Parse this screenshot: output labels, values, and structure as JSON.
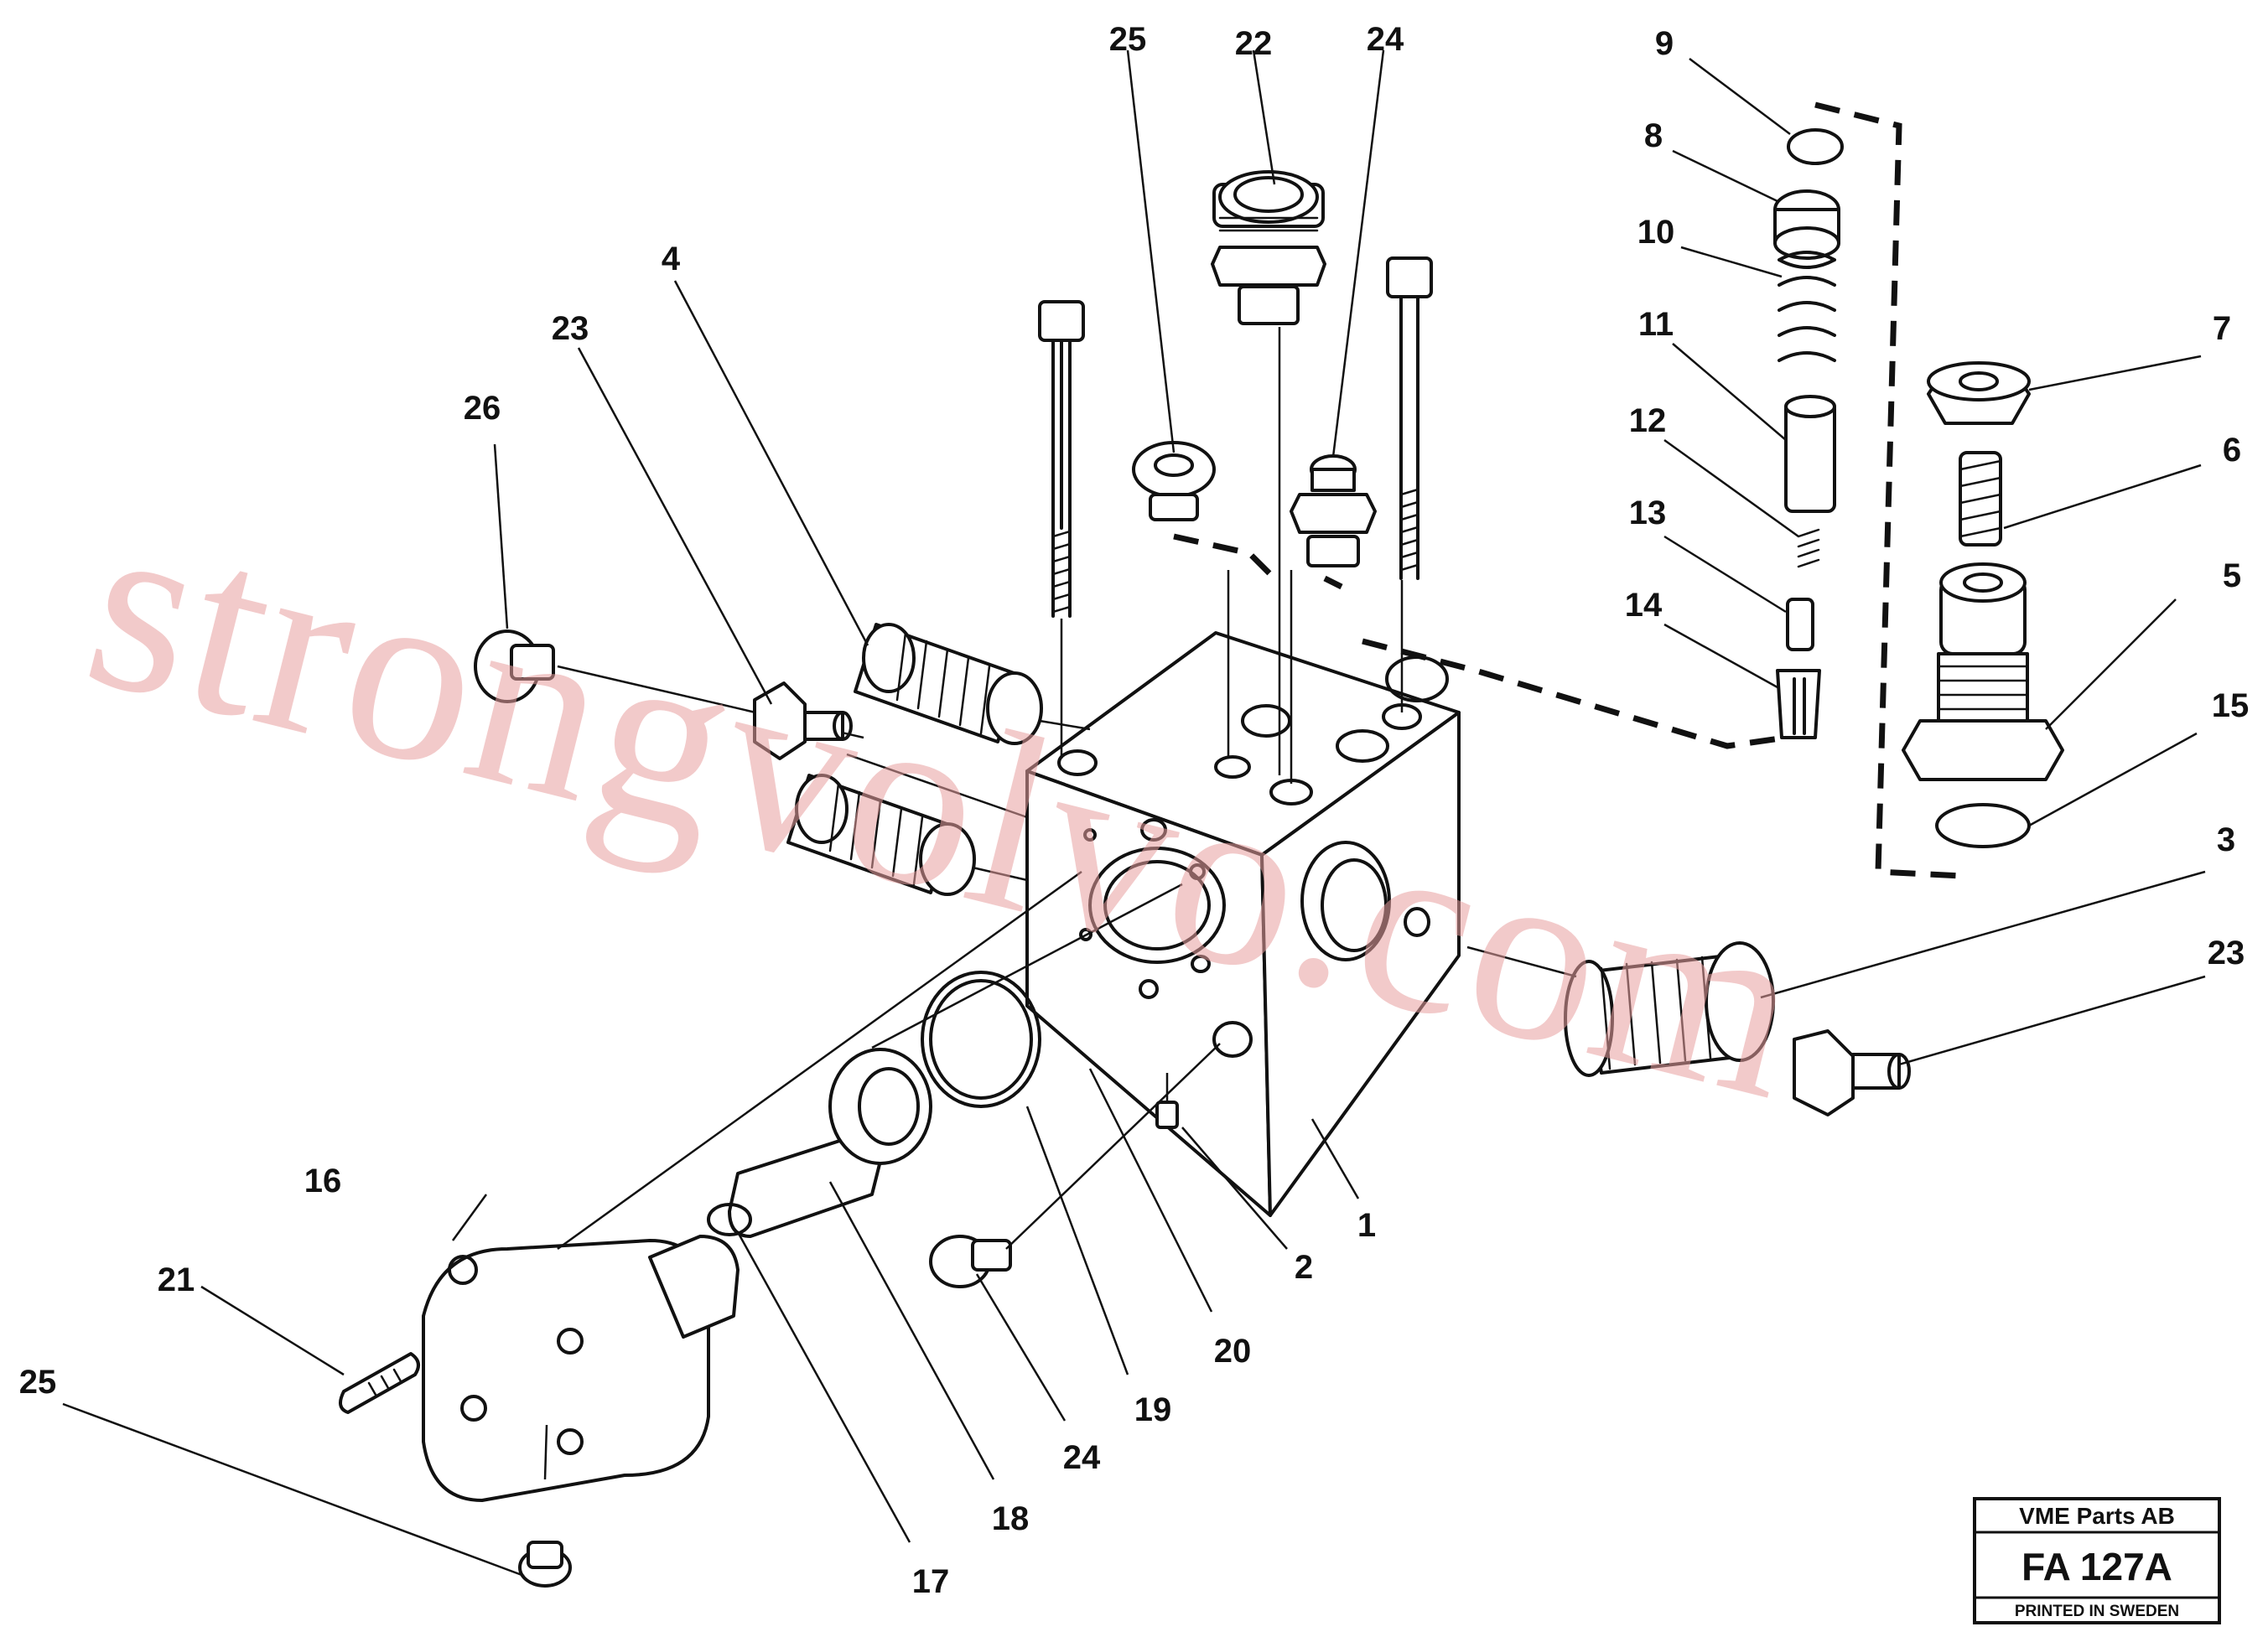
{
  "labels": [
    "25",
    "22",
    "24",
    "9",
    "8",
    "10",
    "4",
    "23",
    "11",
    "7",
    "26",
    "12",
    "6",
    "13",
    "14",
    "5",
    "15",
    "3",
    "23",
    "16",
    "21",
    "2",
    "1",
    "20",
    "19",
    "24",
    "25",
    "18",
    "17"
  ],
  "watermark": "strongvolvo.com",
  "title_block": {
    "company": "VME Parts AB",
    "code": "FA 127A",
    "footer": "PRINTED IN SWEDEN"
  }
}
